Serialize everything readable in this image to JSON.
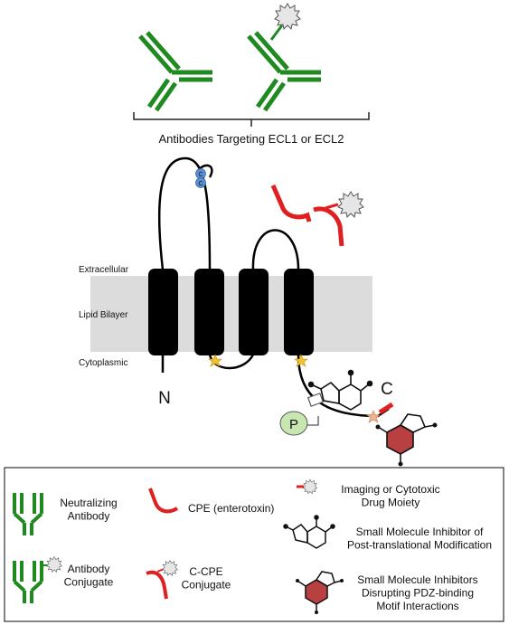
{
  "top": {
    "bracket_label": "Antibodies Targeting ECL1 or ECL2"
  },
  "regions": {
    "extracellular": "Extracellular",
    "lipid_bilayer": "Lipid Bilayer",
    "cytoplasmic": "Cytoplasmic"
  },
  "termini": {
    "n": "N",
    "c": "C"
  },
  "markers": {
    "disulfide_top": "C",
    "disulfide_bottom": "C",
    "phospho": "P"
  },
  "legend": {
    "neutralizing_antibody": "Neutralizing\nAntibody",
    "antibody_conjugate": "Antibody\nConjugate",
    "cpe": "CPE (enterotoxin)",
    "c_cpe_conjugate": "C-CPE\nConjugate",
    "imaging_moiety": "Imaging or Cytotoxic\nDrug Moiety",
    "ptm_inhibitor": "Small Molecule Inhibitor of\nPost-translational Modification",
    "pdz_inhibitor": "Small Molecule Inhibitors\nDisrupting PDZ-binding\nMotif Interactions"
  },
  "colors": {
    "antibody": "#1f8a1f",
    "cpe": "#e02020",
    "membrane": "#dcdcdc",
    "helix": "#000000",
    "disulfide": "#5a8fd0",
    "phospho": "#c8e6b0",
    "star": "#f2c12e",
    "pdz_ring": "#b94040"
  }
}
